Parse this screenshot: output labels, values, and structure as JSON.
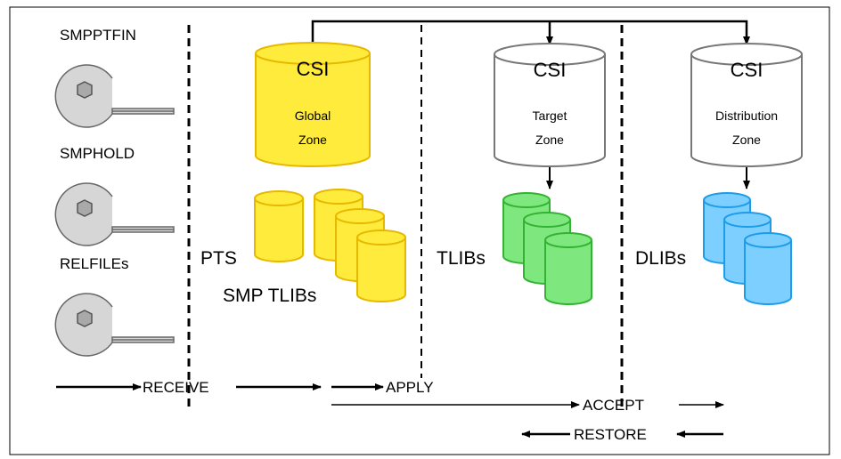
{
  "tapes": [
    {
      "label": "SMPPTFIN"
    },
    {
      "label": "SMPHOLD"
    },
    {
      "label": "RELFILEs"
    }
  ],
  "csi": {
    "global": {
      "title": "CSI",
      "line1": "Global",
      "line2": "Zone",
      "color": "#ffeb3b"
    },
    "target": {
      "title": "CSI",
      "line1": "Target",
      "line2": "Zone",
      "color": "#ffffff"
    },
    "distribution": {
      "title": "CSI",
      "line1": "Distribution",
      "line2": "Zone",
      "color": "#ffffff"
    }
  },
  "libraries": {
    "pts": "PTS",
    "smp_tlibs": "SMP TLIBs",
    "tlibs": "TLIBs",
    "dlibs": "DLIBs"
  },
  "colors": {
    "yellow_fill": "#ffeb3b",
    "yellow_stroke": "#e6b800",
    "green_fill": "#7ee87e",
    "green_stroke": "#33b233",
    "blue_fill": "#7ccfff",
    "blue_stroke": "#1e9ce8",
    "tape_fill": "#d6d6d6"
  },
  "flows": {
    "receive": "RECEIVE",
    "apply": "APPLY",
    "accept": "ACCEPT",
    "restore": "RESTORE"
  }
}
